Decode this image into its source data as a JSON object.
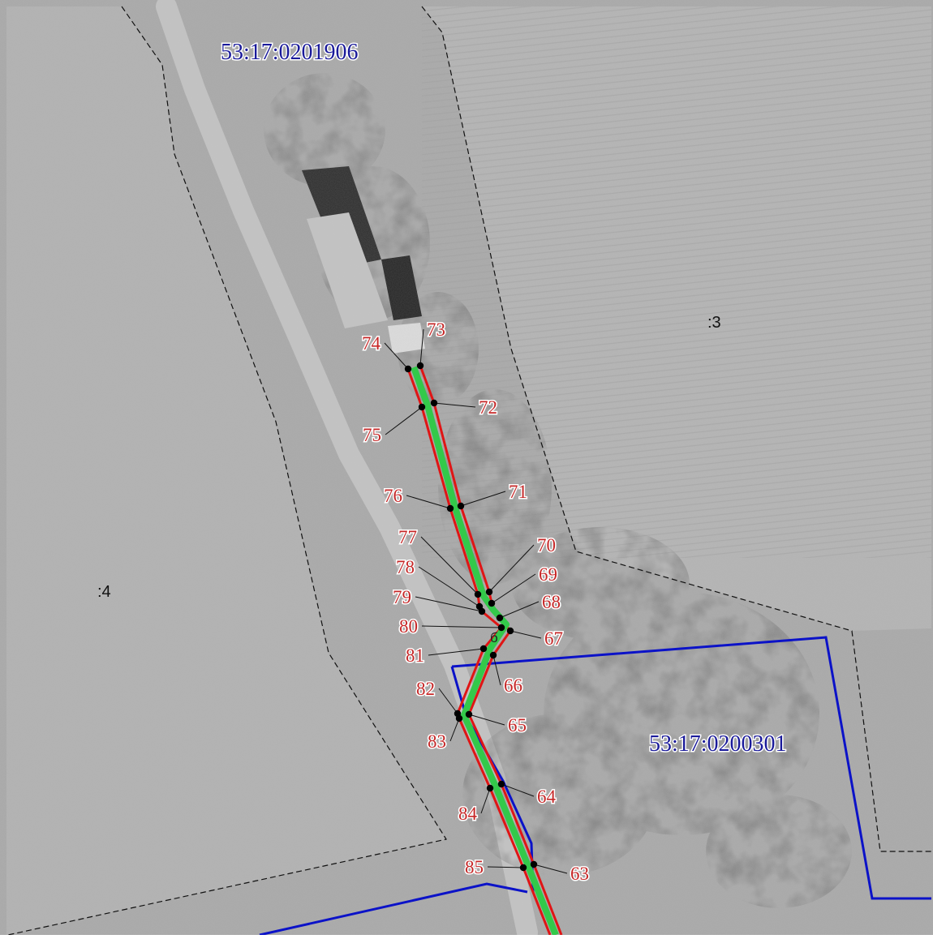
{
  "map": {
    "colors": {
      "photo_base": "#a9a9a9",
      "field_light": "#b3b3b3",
      "vegetation": "#5e5e5e",
      "parcel_blue": "#0b12c8",
      "route_red": "#e01515",
      "route_green": "#33c94a",
      "leader": "#111111",
      "vertex": "#000000",
      "label_red": "#c62828",
      "cad_text": "#1a1a9a"
    },
    "cadastral_labels": [
      {
        "id": "cad-top",
        "text": "53:17:0201906"
      },
      {
        "id": "cad-right",
        "text": "53:17:0200301"
      }
    ],
    "lot_labels": [
      {
        "id": "lot-3",
        "text": ":3"
      },
      {
        "id": "lot-4",
        "text": ":4"
      }
    ],
    "small_marks": [
      {
        "id": "mark-6",
        "text": "б"
      }
    ],
    "points": [
      {
        "id": "p63",
        "text": "63"
      },
      {
        "id": "p64",
        "text": "64"
      },
      {
        "id": "p65",
        "text": "65"
      },
      {
        "id": "p66",
        "text": "66"
      },
      {
        "id": "p67",
        "text": "67"
      },
      {
        "id": "p68",
        "text": "68"
      },
      {
        "id": "p69",
        "text": "69"
      },
      {
        "id": "p70",
        "text": "70"
      },
      {
        "id": "p71",
        "text": "71"
      },
      {
        "id": "p72",
        "text": "72"
      },
      {
        "id": "p73",
        "text": "73"
      },
      {
        "id": "p74",
        "text": "74"
      },
      {
        "id": "p75",
        "text": "75"
      },
      {
        "id": "p76",
        "text": "76"
      },
      {
        "id": "p77",
        "text": "77"
      },
      {
        "id": "p78",
        "text": "78"
      },
      {
        "id": "p79",
        "text": "79"
      },
      {
        "id": "p80",
        "text": "80"
      },
      {
        "id": "p81",
        "text": "81"
      },
      {
        "id": "p82",
        "text": "82"
      },
      {
        "id": "p83",
        "text": "83"
      },
      {
        "id": "p84",
        "text": "84"
      },
      {
        "id": "p85",
        "text": "85"
      }
    ]
  }
}
